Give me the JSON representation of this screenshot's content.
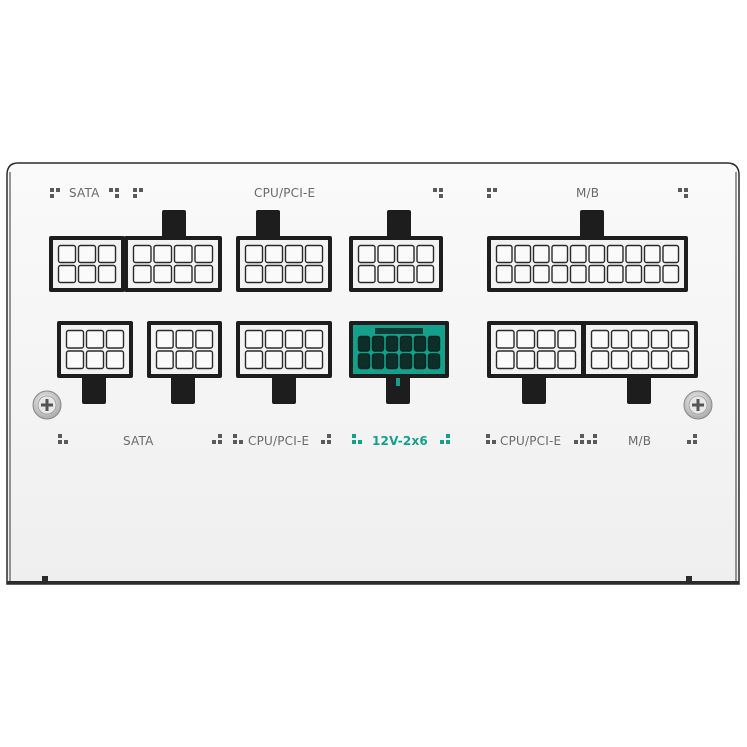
{
  "colors": {
    "panel_fill": "#f7f7f7",
    "panel_edge": "#2b2b2b",
    "connector_body": "#1d1d1d",
    "connector_face": "#f2f2f2",
    "connector_pin": "#fafafa",
    "accent": "#14a08a",
    "accent_pin": "#0e2e2a",
    "label_gray": "#6a6a6a"
  },
  "labels": {
    "top_sata": "SATA",
    "top_cpu_pcie": "CPU/PCI-E",
    "top_mb": "M/B",
    "bottom_sata": "SATA",
    "bottom_cpu_pcie_left": "CPU/PCI-E",
    "bottom_12v": "12V-2x6",
    "bottom_cpu_pcie_right": "CPU/PCI-E",
    "bottom_mb": "M/B"
  },
  "icons": [
    "screw-icon-left",
    "screw-icon-right",
    "marker-dots"
  ]
}
